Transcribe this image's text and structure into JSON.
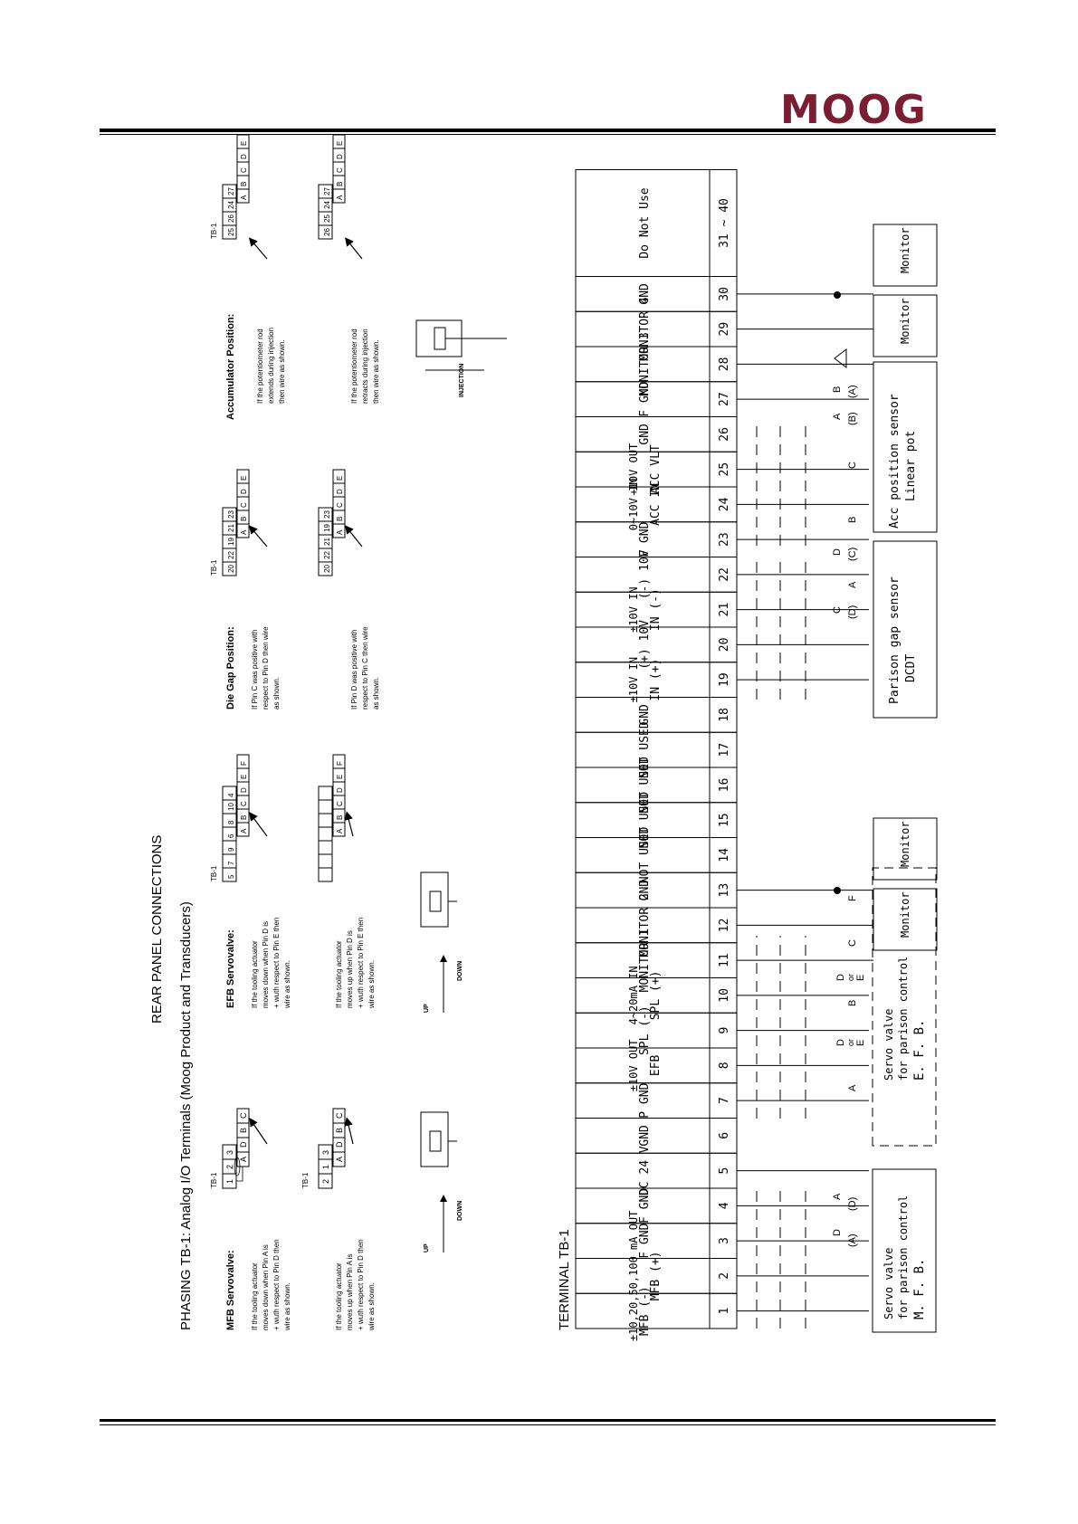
{
  "brand": {
    "logo_text": "MOOG",
    "logo_color": "#7a1f33"
  },
  "page": {
    "title": "REAR PANEL CONNECTIONS",
    "subtitle": "PHASING  TB-1: Analog I/O Terminals (Moog Product and Transducers)"
  },
  "phasing": {
    "tb_label": "TB-1",
    "mfb": {
      "heading": "MFB Servovalve:",
      "desc1": [
        "If the tooling actuator",
        "moves down when Pin A is",
        "+ wuth respect to Pin D then",
        "wire as shown."
      ],
      "desc2": [
        "If the tooling actuator",
        "moves up when Pin A is",
        "+ wuth respect to Pin D then",
        "wire as shown."
      ],
      "tb1": [
        "1",
        "2",
        "3"
      ],
      "tb2": [
        "2",
        "1",
        "3"
      ],
      "pins": [
        "A",
        "D",
        "B",
        "C"
      ]
    },
    "efb": {
      "heading": "EFB Servovalve:",
      "desc1": [
        "If the tooling actuator",
        "moves down when Pin D is",
        "+ wuth respect to Pin E then",
        "wire as shown."
      ],
      "desc2": [
        "If the tooling actuator",
        "moves up when Pin D is",
        "+ wuth respect to Pin E then",
        "wire as shown."
      ],
      "tb1": [
        "5",
        "7",
        "9",
        "6",
        "8",
        "10",
        "4"
      ],
      "pins": [
        "A",
        "B",
        "C",
        "D",
        "E",
        "F"
      ]
    },
    "diegap": {
      "heading": "Die Gap Position:",
      "desc1": [
        "If Pin C was positive with",
        "respect to Pin D then wire",
        "as shown."
      ],
      "desc2": [
        "If Pin D was positive with",
        "respect to Pin C then wire",
        "as shown."
      ],
      "tb1": [
        "20",
        "22",
        "19",
        "21",
        "23"
      ],
      "tb2": [
        "20",
        "22",
        "21",
        "19",
        "23"
      ],
      "pins": [
        "A",
        "B",
        "C",
        "D",
        "E"
      ]
    },
    "accum": {
      "heading": "Accumulator Position:",
      "desc1": [
        "If the potentiometer rod",
        "extends during injection",
        "then wire as shown."
      ],
      "desc2": [
        "If the potentiometer rod",
        "retracts during injection",
        "then wire as shown."
      ],
      "tb1": [
        "25",
        "26",
        "24",
        "27"
      ],
      "tb2": [
        "26",
        "25",
        "24",
        "27"
      ],
      "pins": [
        "A",
        "B",
        "C",
        "D",
        "E"
      ]
    },
    "up_label": "UP",
    "down_label": "DOWN",
    "injection_label": "INJECTION"
  },
  "terminal": {
    "title": "TERMINAL  TB-1",
    "rows": [
      {
        "num": "1",
        "label": "MFB (-)"
      },
      {
        "num": "2",
        "label": "MFB (+)",
        "label2": "±10,20,50,100 mA OUT"
      },
      {
        "num": "3",
        "label": "F GND"
      },
      {
        "num": "4",
        "label": "F GND"
      },
      {
        "num": "5",
        "label": "DC 24 V"
      },
      {
        "num": "6",
        "label": "GND"
      },
      {
        "num": "7",
        "label": "P GND"
      },
      {
        "num": "8",
        "label": "EFB",
        "label2": "±10V OUT"
      },
      {
        "num": "9",
        "label": "SPL (-)"
      },
      {
        "num": "10",
        "label": "SPL (+)",
        "label2": "4~20mA IN"
      },
      {
        "num": "11",
        "label": "MONITOR 1"
      },
      {
        "num": "12",
        "label": "MONITOR 2"
      },
      {
        "num": "13",
        "label": "GND"
      },
      {
        "num": "14",
        "label": "NOT USED"
      },
      {
        "num": "15",
        "label": "NOT USED"
      },
      {
        "num": "16",
        "label": "NOT USED"
      },
      {
        "num": "17",
        "label": "NOT USED"
      },
      {
        "num": "18",
        "label": "GND"
      },
      {
        "num": "19",
        "label": "IN (+)",
        "label2": "±10V IN"
      },
      {
        "num": "20",
        "label": "(+) 10V"
      },
      {
        "num": "21",
        "label": "IN (-)",
        "label2": "±10V IN"
      },
      {
        "num": "22",
        "label": "(-) 10V"
      },
      {
        "num": "23",
        "label": "F GND"
      },
      {
        "num": "24",
        "label": "ACC IN",
        "label2": "0~10V IN"
      },
      {
        "num": "25",
        "label": "ACC VLT",
        "label2": "+10V OUT"
      },
      {
        "num": "26",
        "label": "GND"
      },
      {
        "num": "27",
        "label": "F GND"
      },
      {
        "num": "28",
        "label": "MONITOR 3"
      },
      {
        "num": "29",
        "label": "MONITOR 4"
      },
      {
        "num": "30",
        "label": "GND"
      },
      {
        "num": "31 ~ 40",
        "label": "Do Not Use"
      }
    ],
    "devices": {
      "mfb_box": [
        "Servo valve",
        "for parison control",
        "M. F. B."
      ],
      "efb_box": [
        "Servo valve",
        "for parison control",
        "E. F. B."
      ],
      "monitor": "Monitor",
      "parison_box": [
        "Parison gap sensor",
        "DCDT"
      ],
      "acc_box": [
        "Acc position sensor",
        "Linear pot"
      ]
    },
    "pin_letters": {
      "mfb": [
        "D",
        "(A)",
        "A",
        "(D)"
      ],
      "efb": [
        "A",
        "D",
        "or",
        "E",
        "B",
        "D",
        "or",
        "E",
        "C",
        "F"
      ],
      "parison": [
        "C",
        "(D)",
        "A",
        "D",
        "(C)",
        "B"
      ],
      "acc": [
        "C",
        "A",
        "(B)",
        "B",
        "(A)"
      ]
    }
  }
}
